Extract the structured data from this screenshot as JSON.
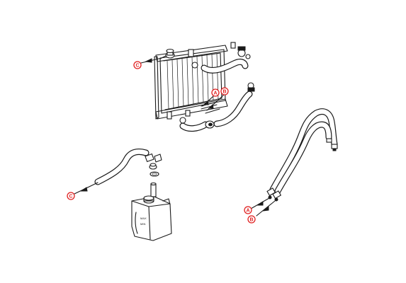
{
  "diagram": {
    "labels": {
      "radiator_outlet_tag": "C",
      "radiator_upper_tag": "A",
      "radiator_lower_tag": "B",
      "reservoir_hose_tag": "C",
      "heater_hose_tag_a": "A",
      "heater_hose_tag_b": "B"
    },
    "tank_markings": {
      "line1": "MAX",
      "line2": "MIN"
    },
    "colors": {
      "line": "#1a1a1a",
      "callout": "#e02020",
      "background": "#ffffff"
    }
  }
}
